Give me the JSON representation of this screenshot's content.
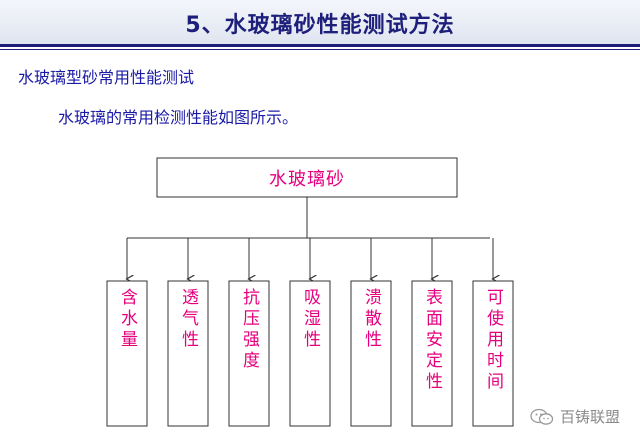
{
  "slide": {
    "title": "5、水玻璃砂性能测试方法",
    "subtitle": "水玻璃型砂常用性能测试",
    "description": "水玻璃的常用检测性能如图所示。"
  },
  "diagram": {
    "root": "水玻璃砂",
    "children": [
      "含水量",
      "透气性",
      "抗压强度",
      "吸湿性",
      "溃散性",
      "表面安定性",
      "可使用时间"
    ]
  },
  "watermark": {
    "text": "百铸联盟",
    "icon": "wechat-icon"
  },
  "colors": {
    "title": "#1e1f7a",
    "body_text": "#1a1aa6",
    "diagram_text": "#e6007e",
    "lines": "#333333"
  }
}
